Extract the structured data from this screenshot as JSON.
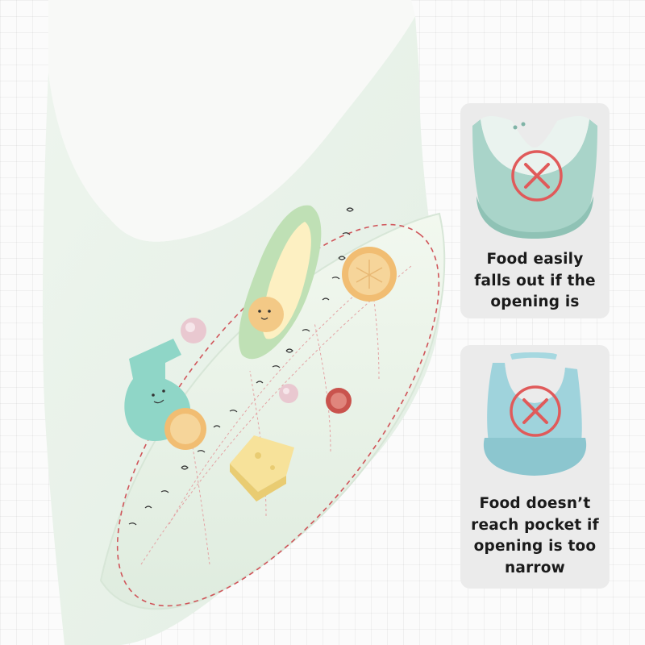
{
  "cards": [
    {
      "caption_lines": [
        "Food easily",
        "falls out  if the",
        "opening is"
      ],
      "icon": "x-mark-icon",
      "bib_color": "#a9d4c9"
    },
    {
      "caption_lines": [
        "Food doesn’t",
        "reach pocket if",
        "opening is too",
        "narrow"
      ],
      "icon": "x-mark-icon",
      "bib_color": "#9fd3dc"
    }
  ],
  "hero": {
    "bib_color": "#e9f2ea",
    "guide_color": "#d0555a",
    "print_icons": [
      "avocado-icon",
      "cup-character-icon"
    ],
    "food_items": [
      "banana-slice-icon",
      "cheese-icon",
      "berry-icon",
      "candy-icon"
    ]
  },
  "colors": {
    "card_background": "#ebebeb",
    "x_mark": "#e05a5a"
  }
}
